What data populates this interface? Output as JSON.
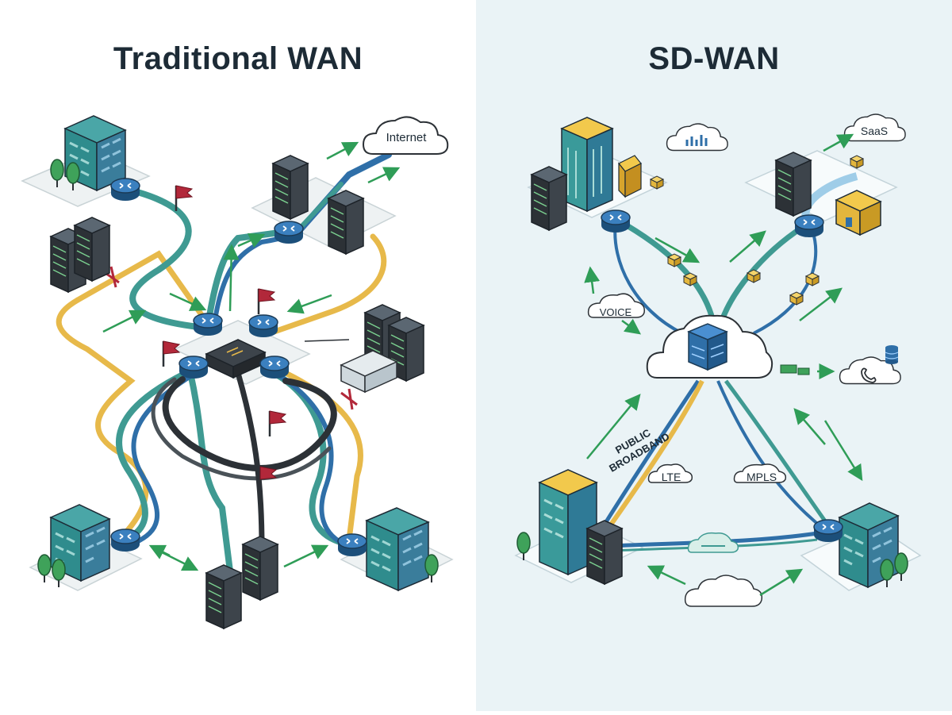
{
  "traditional": {
    "title": "Traditional WAN",
    "labels": {
      "internet": "Internet"
    }
  },
  "sdwan": {
    "title": "SD-WAN",
    "labels": {
      "saas": "SaaS",
      "voice": "VOICE",
      "public": "PUBLIC",
      "broadband": "BROADBAND",
      "lte": "LTE",
      "mpls": "MPLS"
    }
  },
  "colors": {
    "left_bg": "#ffffff",
    "right_bg": "#eaf3f6",
    "teal": "#3f9a92",
    "blue": "#2f6fa8",
    "yellow": "#e7b94a",
    "dark": "#2c3136",
    "green_arrow": "#2f9d57",
    "flag_red": "#b2283a"
  },
  "icons": [
    "building-icon",
    "router-icon",
    "server-rack-icon",
    "flag-icon",
    "cloud-icon",
    "switch-icon",
    "tree-icon",
    "data-packet-icon",
    "database-icon",
    "phone-icon"
  ]
}
